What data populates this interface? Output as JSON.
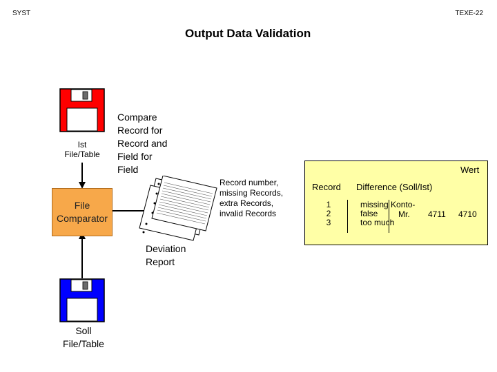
{
  "header": {
    "left": "SYST",
    "right": "TEXE-22"
  },
  "title": "Output Data Validation",
  "ist_disk": {
    "label_line1": "Ist",
    "label_line2": "File/Table",
    "color": "#ff0000"
  },
  "soll_disk": {
    "label_line1": "Soll",
    "label_line2": "File/Table",
    "color": "#0000ff"
  },
  "compare_text": [
    "Compare",
    "Record for",
    "Record and",
    "Field for",
    "Field"
  ],
  "comparator": {
    "line1": "File",
    "line2": "Comparator",
    "color": "#f7a84a"
  },
  "deviation_report": {
    "line1": "Deviation",
    "line2": "Report"
  },
  "record_info": [
    "Record number,",
    "missing Records,",
    "extra Records,",
    "invalid Records"
  ],
  "panel": {
    "color": "#ffffa6",
    "wert": "Wert",
    "col_record": "Record",
    "col_diff": "Difference (Soll/Ist)",
    "records": [
      "1",
      "2",
      "3"
    ],
    "diffs": [
      "missing Konto-",
      "false",
      "too much"
    ],
    "mr": "Mr.",
    "val1": "4711",
    "val2": "4710"
  }
}
